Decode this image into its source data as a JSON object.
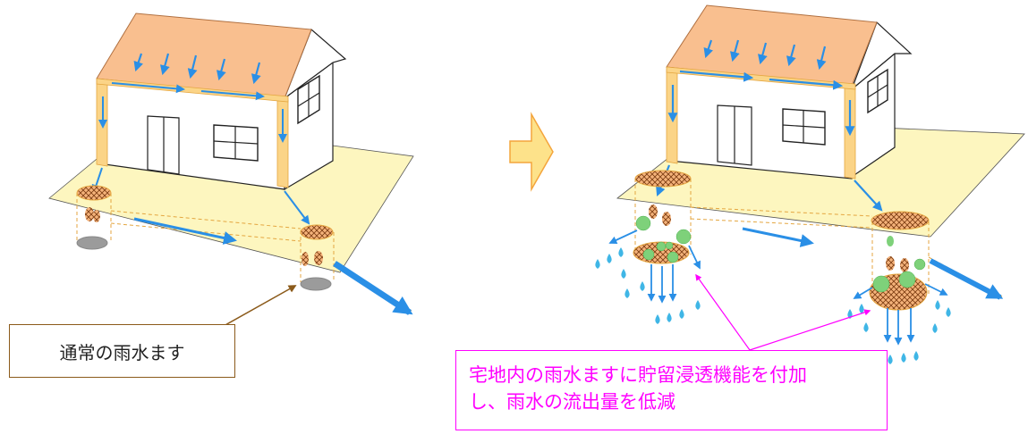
{
  "callouts": {
    "normal_basin": "通常の雨水ます",
    "storage_basin_line1": "宅地内の雨水ますに貯留浸透機能を付加",
    "storage_basin_line2": "し、雨水の流出量を低減"
  },
  "colors": {
    "roof": "#f9bf8f",
    "ground": "#fdf6bf",
    "pipe": "#f6913e",
    "flow_arrow": "#2a8fe6",
    "infiltration_ball": "#7ed17a",
    "storage_callout": "#ff00ff",
    "normal_callout_border": "#8b5a1a"
  },
  "icons": [
    "house",
    "rain-arrow",
    "next-arrow",
    "rain-drop",
    "infiltration-basin"
  ]
}
